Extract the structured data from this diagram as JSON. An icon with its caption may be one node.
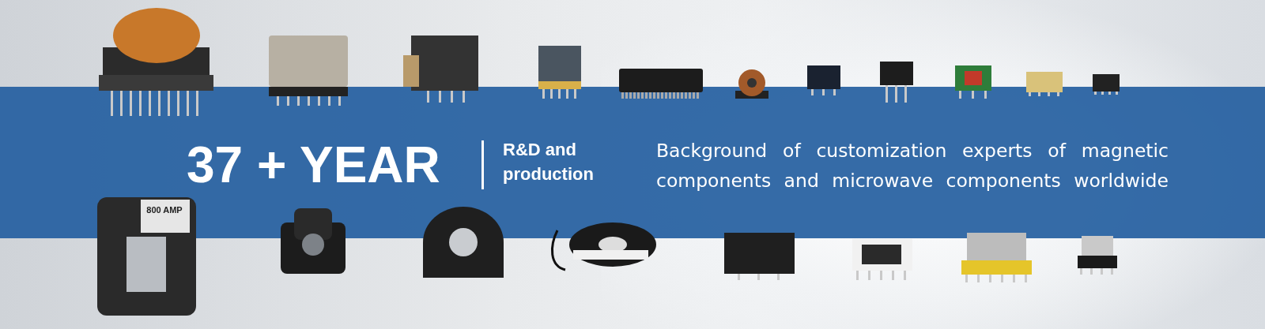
{
  "diagram": {
    "labels": [
      "37 + YEAR",
      "R&D and production",
      "Background of customization experts of magnetic components and microwave components worldwide",
      "800 AMP"
    ]
  }
}
